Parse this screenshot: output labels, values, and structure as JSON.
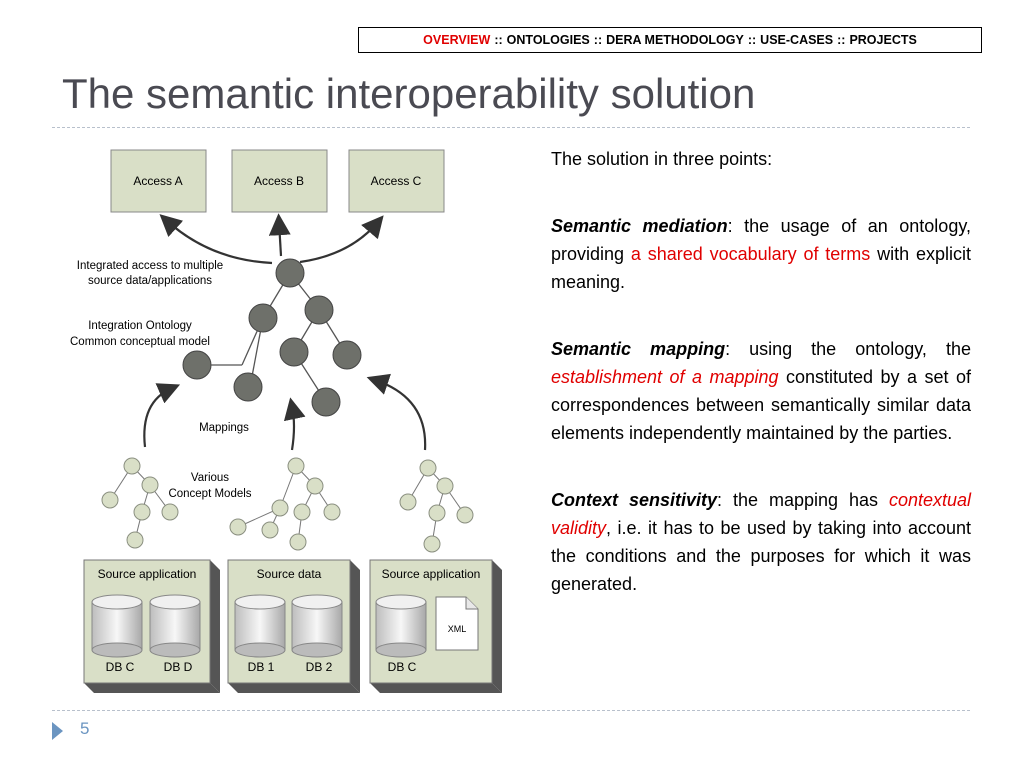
{
  "nav": {
    "active": "OVERVIEW",
    "items": [
      "ONTOLOGIES",
      "DERA METHODOLOGY",
      "USE-CASES",
      "PROJECTS"
    ],
    "separator": "::"
  },
  "title": "The semantic interoperability solution",
  "diagram": {
    "access": [
      "Access A",
      "Access B",
      "Access C"
    ],
    "integrated_label_1": "Integrated access to multiple",
    "integrated_label_2": "source data/applications",
    "ontology_label_1": "Integration Ontology",
    "ontology_label_2": "Common conceptual model",
    "mappings_label": "Mappings",
    "concept_label_1": "Various",
    "concept_label_2": "Concept Models",
    "sources": [
      {
        "title": "Source application",
        "items": [
          "DB C",
          "DB D"
        ]
      },
      {
        "title": "Source data",
        "items": [
          "DB 1",
          "DB 2"
        ]
      },
      {
        "title": "Source application",
        "items": [
          "DB C"
        ],
        "file": "XML"
      }
    ]
  },
  "content": {
    "intro": "The solution in three points:",
    "p1": {
      "term": "Semantic mediation",
      "colon": ":",
      "a": " the usage of an ontology, providing ",
      "red": "a shared vocabulary of terms",
      "b": " with explicit meaning."
    },
    "p2": {
      "term": "Semantic mapping",
      "colon": ":",
      "a": " using the ontology, the ",
      "red": "establishment of a mapping",
      "b": " constituted by a set of correspondences between semantically similar data elements independently maintained by the parties."
    },
    "p3": {
      "term": "Context sensitivity",
      "colon": ":",
      "a": " the mapping has ",
      "red": "contextual validity",
      "b": ", i.e. it has to be used by taking into account the conditions and the purposes for which it was generated."
    }
  },
  "footer": {
    "page": "5"
  },
  "colors": {
    "accent_red": "#e00000",
    "title_gray": "#4a4a52",
    "footer_blue": "#6b95c1",
    "box_fill": "#d9dfc7",
    "node_fill": "#6e706a"
  }
}
